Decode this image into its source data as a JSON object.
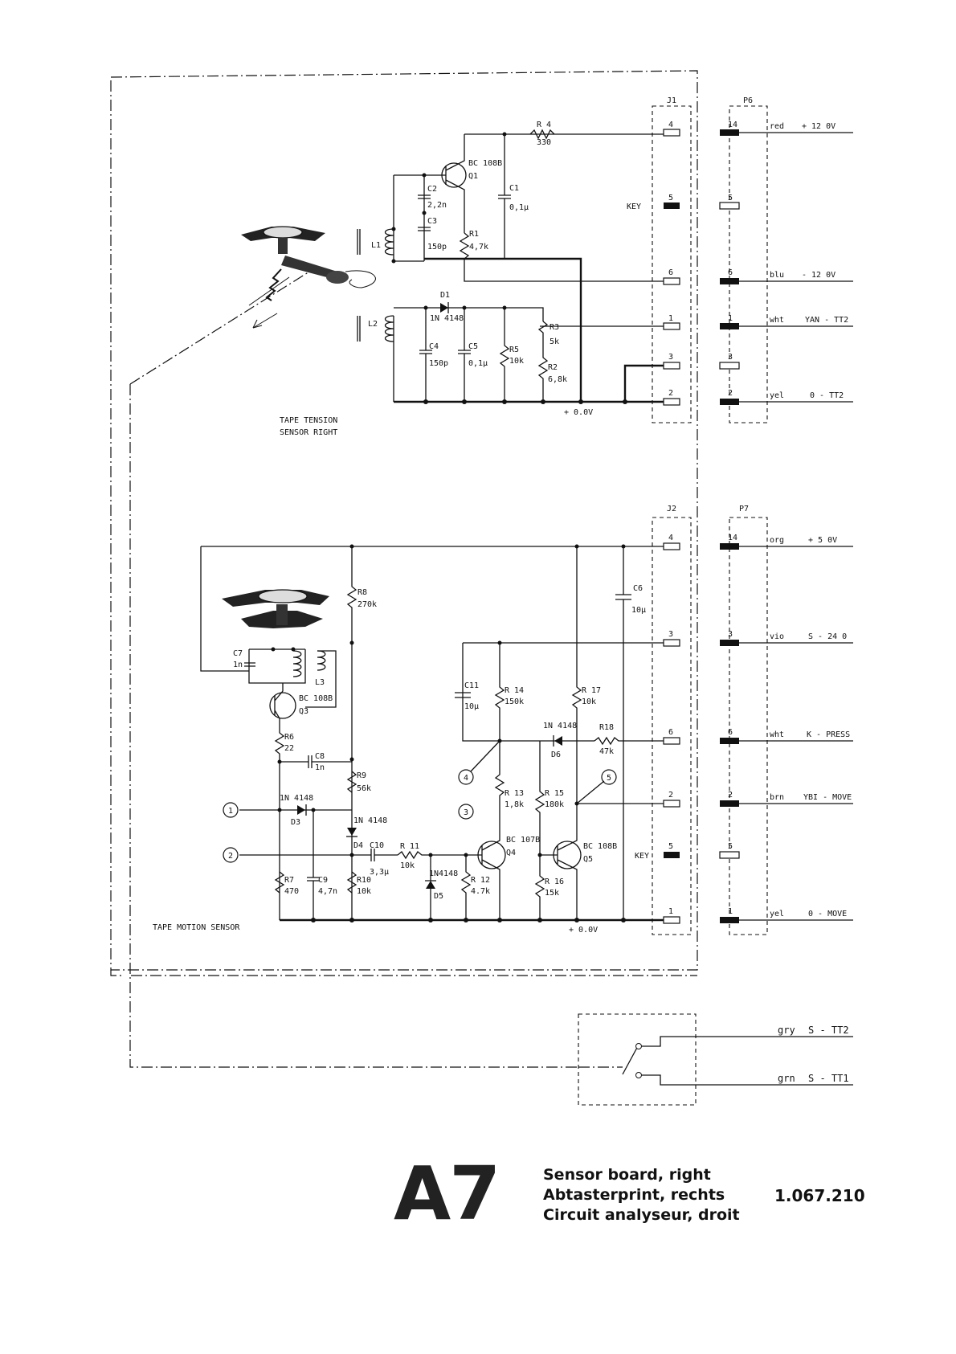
{
  "labels": {
    "j1": "J1",
    "p6": "P6",
    "j2": "J2",
    "p7": "P7",
    "key1": "KEY",
    "key2": "KEY",
    "tts_line1": "TAPE  TENSION",
    "tts_line2": "SENSOR  RIGHT",
    "tms": "TAPE  MOTION  SENSOR",
    "zero_v1": "+ 0.0V",
    "zero_v2": "+ 0.0V"
  },
  "components": {
    "r4": "R 4",
    "r4v": "330",
    "q1": "BC 108B",
    "q1n": "Q1",
    "c1": "C1",
    "c1v": "0,1µ",
    "c2": "C2",
    "c2v": "2,2n",
    "c3": "C3",
    "c3v": "150p",
    "r1": "R1",
    "r1v": "4,7k",
    "l1": "L1",
    "l2": "L2",
    "d1": "D1",
    "d1v": "1N 4148",
    "c4": "C4",
    "c4v": "150p",
    "c5": "C5",
    "c5v": "0,1µ",
    "r5": "R5",
    "r5v": "10k",
    "r3": "R3",
    "r3v": "5k",
    "r2": "R2",
    "r2v": "6,8k",
    "r8": "R8",
    "r8v": "270k",
    "c6": "C6",
    "c6v": "10µ",
    "c7": "C7",
    "c7v": "1n",
    "l3": "L3",
    "q3": "BC 108B",
    "q3n": "Q3",
    "r6": "R6",
    "r6v": "22",
    "c8": "C8",
    "c8v": "1n",
    "r9": "R9",
    "r9v": "56k",
    "d3": "1N 4148",
    "d3n": "D3",
    "d4": "1N 4148",
    "d4n": "D4",
    "c10": "C10",
    "c10v": "3,3µ",
    "r11": "R 11",
    "r11v": "10k",
    "d5": "1N4148",
    "d5n": "D5",
    "r12": "R 12",
    "r12v": "4.7k",
    "r7": "R7",
    "r7v": "470",
    "c9": "C9",
    "c9v": "4,7n",
    "r10": "R10",
    "r10v": "10k",
    "c11": "C11",
    "c11v": "10µ",
    "r14": "R 14",
    "r14v": "150k",
    "r17": "R 17",
    "r17v": "10k",
    "d6": "1N 4148",
    "d6n": "D6",
    "r18": "R18",
    "r18v": "47k",
    "r13": "R 13",
    "r13v": "1,8k",
    "r15": "R 15",
    "r15v": "180k",
    "q4": "BC 107B",
    "q4n": "Q4",
    "q5": "BC 108B",
    "q5n": "Q5",
    "r16": "R 16",
    "r16v": "15k"
  },
  "test_points": [
    "1",
    "2",
    "3",
    "4",
    "5"
  ],
  "connector_j1": [
    {
      "pin": "4",
      "p6pin": "14",
      "color": "red",
      "signal": "+ 12 0V"
    },
    {
      "pin": "5",
      "p6pin": "5",
      "color": "",
      "signal": ""
    },
    {
      "pin": "6",
      "p6pin": "6",
      "color": "blu",
      "signal": "- 12 0V"
    },
    {
      "pin": "1",
      "p6pin": "1",
      "color": "wht",
      "signal": "YAN - TT2"
    },
    {
      "pin": "3",
      "p6pin": "3",
      "color": "",
      "signal": ""
    },
    {
      "pin": "2",
      "p6pin": "2",
      "color": "yel",
      "signal": "0 - TT2"
    }
  ],
  "connector_j2": [
    {
      "pin": "4",
      "p7pin": "14",
      "color": "org",
      "signal": "+ 5 0V"
    },
    {
      "pin": "3",
      "p7pin": "3",
      "color": "vio",
      "signal": "S - 24 0"
    },
    {
      "pin": "6",
      "p7pin": "6",
      "color": "wht",
      "signal": "K - PRESS"
    },
    {
      "pin": "2",
      "p7pin": "2",
      "color": "brn",
      "signal": "YBI - MOVE"
    },
    {
      "pin": "5",
      "p7pin": "5",
      "color": "",
      "signal": ""
    },
    {
      "pin": "1",
      "p7pin": "1",
      "color": "yel",
      "signal": "0 - MOVE"
    }
  ],
  "switch_outputs": [
    {
      "color": "gry",
      "signal": "S - TT2"
    },
    {
      "color": "grn",
      "signal": "S - TT1"
    }
  ],
  "title": {
    "code": "A7",
    "line1": "Sensor board, right",
    "line2": "Abtasterprint, rechts",
    "line3": "Circuit analyseur, droit",
    "docnum": "1.067.210"
  }
}
